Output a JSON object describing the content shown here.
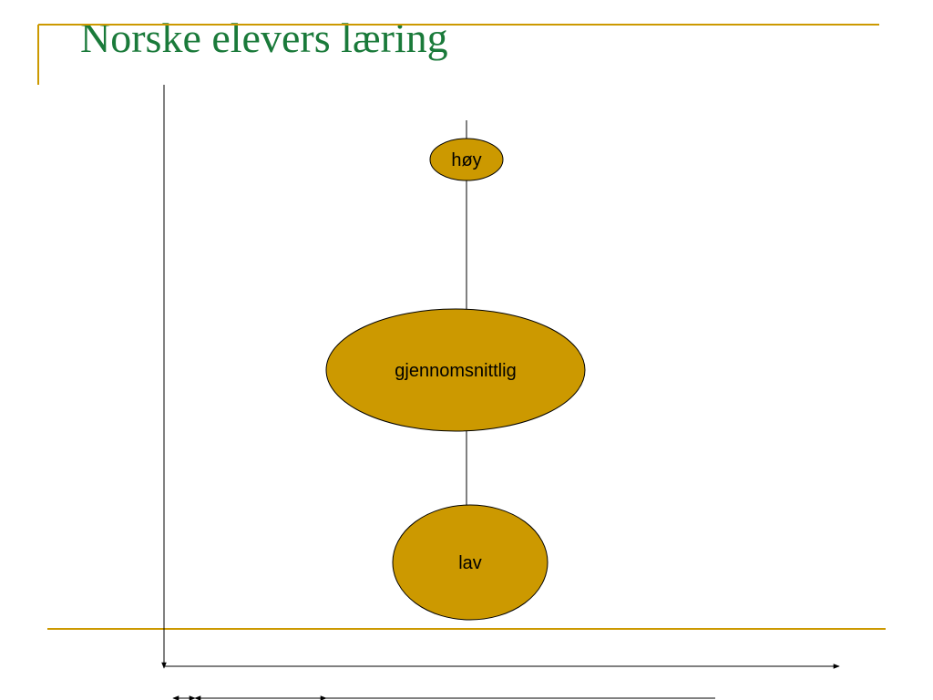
{
  "slide": {
    "title": "Norske elevers læring",
    "accent_color": "#CC9900",
    "title_color": "#1A7A3A"
  },
  "diagram": {
    "nodes": [
      {
        "id": "hoy",
        "label": "høy"
      },
      {
        "id": "gjennomsnittlig",
        "label": "gjennomsnittlig"
      },
      {
        "id": "lav",
        "label": "lav"
      }
    ],
    "node_fill": "#CC9900",
    "line_color": "#000000"
  }
}
